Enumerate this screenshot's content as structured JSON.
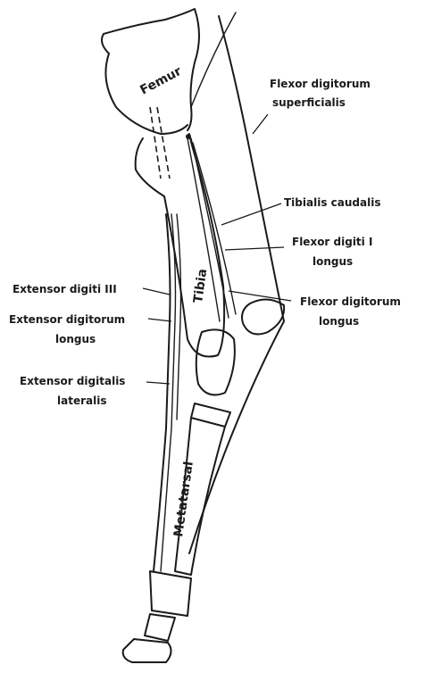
{
  "diagram": {
    "bone_labels": {
      "femur": "Femur",
      "tibia": "Tibia",
      "metatarsal": "Metatarsal"
    },
    "muscle_labels": {
      "flexor_digitorum_superficialis": [
        "Flexor digitorum",
        "superficialis"
      ],
      "tibialis_caudalis": "Tibialis caudalis",
      "flexor_digiti_i_longus": [
        "Flexor digiti I",
        "longus"
      ],
      "flexor_digitorum_longus": [
        "Flexor digitorum",
        "longus"
      ],
      "extensor_digiti_iii": "Extensor digiti III",
      "extensor_digitorum_longus": [
        "Extensor digitorum",
        "longus"
      ],
      "extensor_digitalis_lateralis": [
        "Extensor digitalis",
        "lateralis"
      ]
    }
  }
}
